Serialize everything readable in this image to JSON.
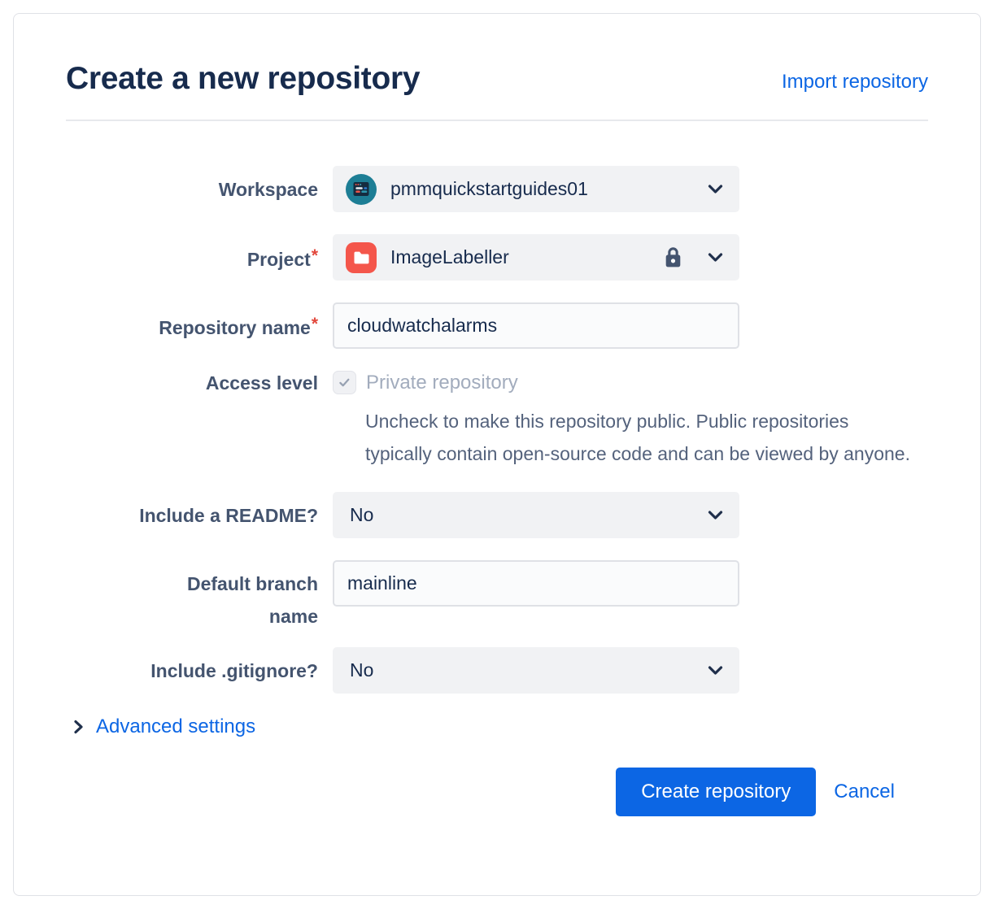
{
  "dialog": {
    "title": "Create a new repository",
    "import_link": "Import repository"
  },
  "form": {
    "workspace": {
      "label": "Workspace",
      "value": "pmmquickstartguides01",
      "icon": "workspace-avatar"
    },
    "project": {
      "label": "Project",
      "required_marker": "*",
      "value": "ImageLabeller",
      "icon": "project-avatar",
      "private_icon": "lock-icon"
    },
    "repository_name": {
      "label": "Repository name",
      "required_marker": "*",
      "value": "cloudwatchalarms"
    },
    "access_level": {
      "label": "Access level",
      "checkbox_label": "Private repository",
      "checkbox_checked": true,
      "checkbox_disabled": true,
      "help_text": "Uncheck to make this repository public. Public repositories typically contain open-source code and can be viewed by anyone."
    },
    "include_readme": {
      "label": "Include a README?",
      "value": "No"
    },
    "default_branch": {
      "label": "Default branch\nname",
      "value": "mainline"
    },
    "include_gitignore": {
      "label": "Include .gitignore?",
      "value": "No"
    }
  },
  "advanced_settings": {
    "label": "Advanced settings"
  },
  "footer": {
    "create_button": "Create repository",
    "cancel_button": "Cancel"
  },
  "colors": {
    "accent_blue": "#0C66E4",
    "title_navy": "#172B4D",
    "label_gray": "#44546F",
    "disabled_text": "#A2ACBD",
    "field_bg": "#F1F2F4",
    "input_border": "#DFE1E6",
    "required_red": "#E2483D",
    "workspace_avatar_teal": "#1D7E95",
    "project_avatar_red": "#F4564B",
    "chevron_navy": "#20304C"
  }
}
